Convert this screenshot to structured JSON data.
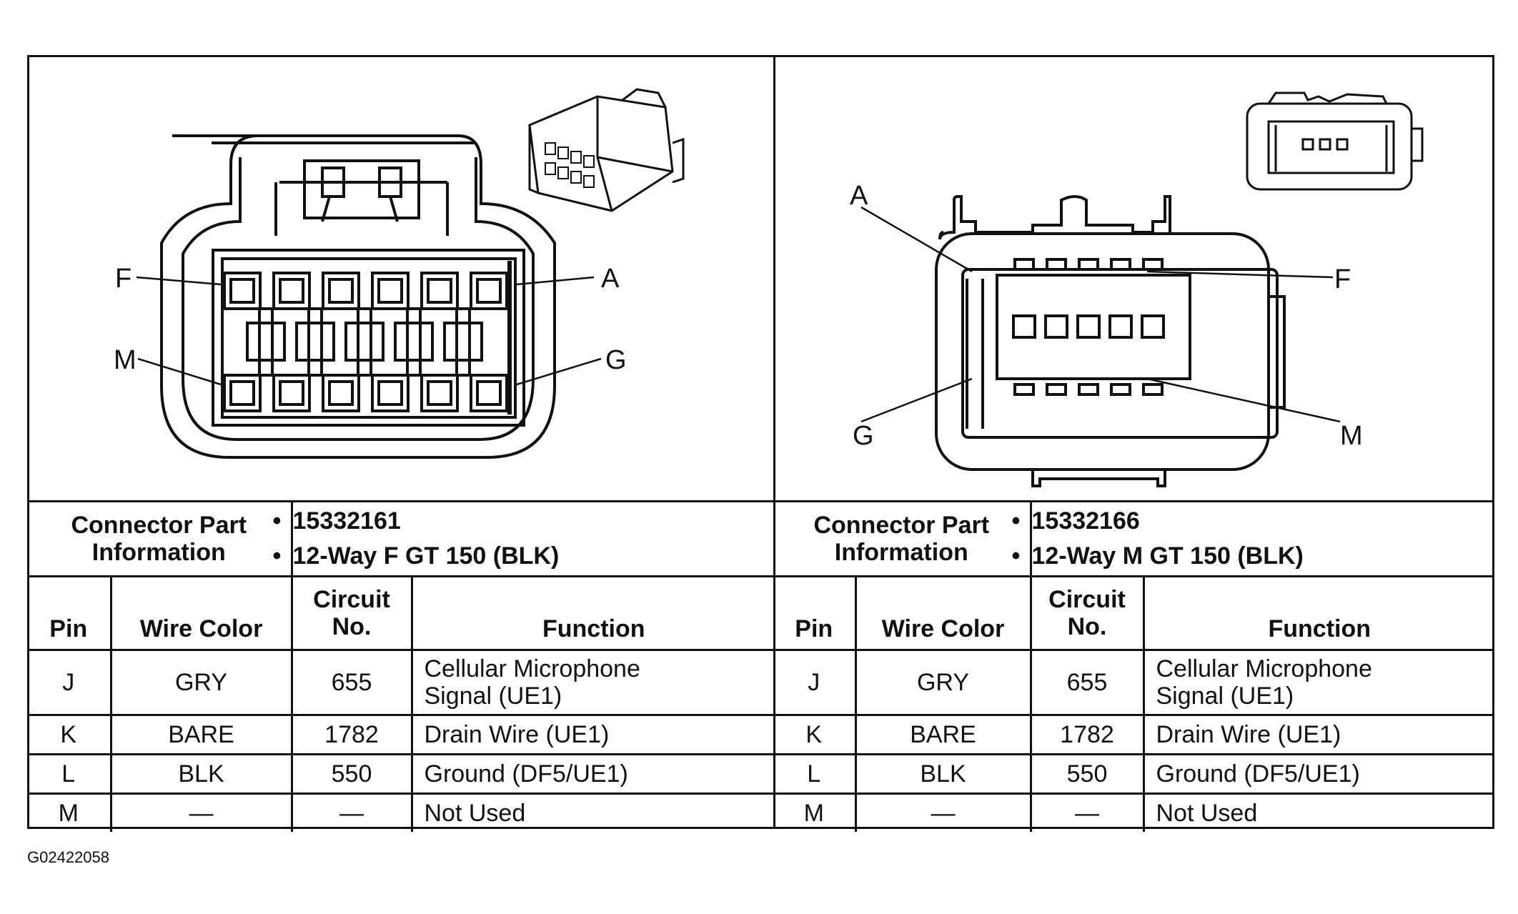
{
  "figure_id": "G02422058",
  "left": {
    "pin_labels": {
      "top_left": "F",
      "top_right": "A",
      "bottom_left": "M",
      "bottom_right": "G"
    },
    "connector_part_label": [
      "Connector Part",
      "Information"
    ],
    "part_info": [
      "15332161",
      "12-Way F GT 150 (BLK)"
    ],
    "headers": {
      "pin": "Pin",
      "wire_color": "Wire Color",
      "circuit": [
        "Circuit",
        "No."
      ],
      "function": "Function"
    },
    "rows": [
      {
        "pin": "J",
        "wire_color": "GRY",
        "circuit": "655",
        "function": [
          "Cellular Microphone",
          "Signal (UE1)"
        ]
      },
      {
        "pin": "K",
        "wire_color": "BARE",
        "circuit": "1782",
        "function": [
          "Drain Wire (UE1)"
        ]
      },
      {
        "pin": "L",
        "wire_color": "BLK",
        "circuit": "550",
        "function": [
          "Ground (DF5/UE1)"
        ]
      },
      {
        "pin": "M",
        "wire_color": "—",
        "circuit": "—",
        "function": [
          "Not Used"
        ]
      }
    ]
  },
  "right": {
    "pin_labels": {
      "top_left": "A",
      "top_right": "F",
      "bottom_left": "G",
      "bottom_right": "M"
    },
    "connector_part_label": [
      "Connector Part",
      "Information"
    ],
    "part_info": [
      "15332166",
      "12-Way M GT 150 (BLK)"
    ],
    "headers": {
      "pin": "Pin",
      "wire_color": "Wire Color",
      "circuit": [
        "Circuit",
        "No."
      ],
      "function": "Function"
    },
    "rows": [
      {
        "pin": "J",
        "wire_color": "GRY",
        "circuit": "655",
        "function": [
          "Cellular Microphone",
          "Signal (UE1)"
        ]
      },
      {
        "pin": "K",
        "wire_color": "BARE",
        "circuit": "1782",
        "function": [
          "Drain Wire (UE1)"
        ]
      },
      {
        "pin": "L",
        "wire_color": "BLK",
        "circuit": "550",
        "function": [
          "Ground (DF5/UE1)"
        ]
      },
      {
        "pin": "M",
        "wire_color": "—",
        "circuit": "—",
        "function": [
          "Not Used"
        ]
      }
    ]
  }
}
